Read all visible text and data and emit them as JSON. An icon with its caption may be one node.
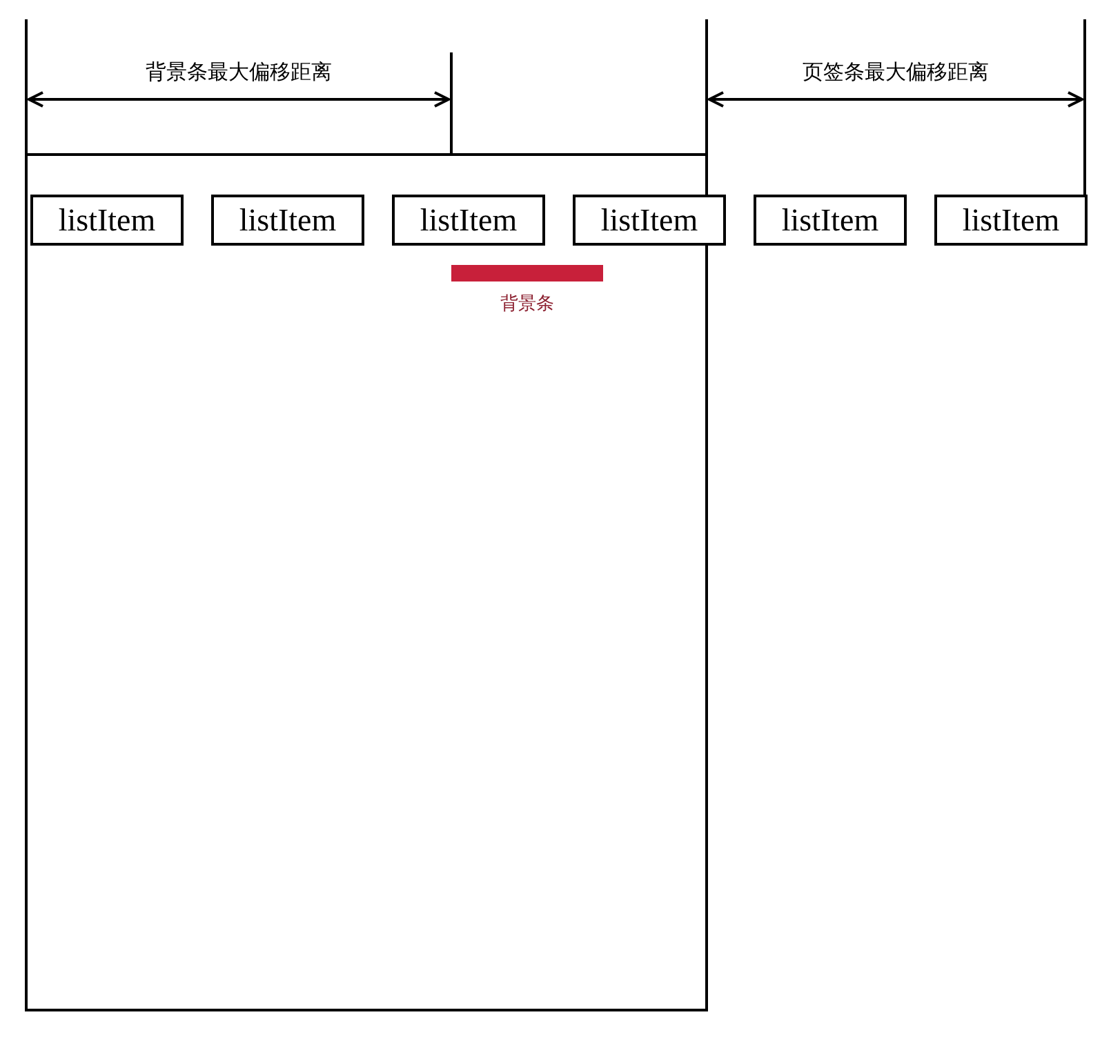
{
  "diagram": {
    "nodes": [
      {
        "text": [
          "listItem"
        ]
      },
      {
        "text": [
          "listItem"
        ]
      },
      {
        "text": [
          "listItem"
        ]
      },
      {
        "text": [
          "listItem"
        ]
      },
      {
        "text": [
          "listItem"
        ]
      },
      {
        "text": [
          "listItem"
        ]
      },
      {
        "text": [
          "背景条"
        ]
      }
    ],
    "labels": [
      "背景条最大偏移距离",
      "页签条最大偏移距离"
    ]
  }
}
